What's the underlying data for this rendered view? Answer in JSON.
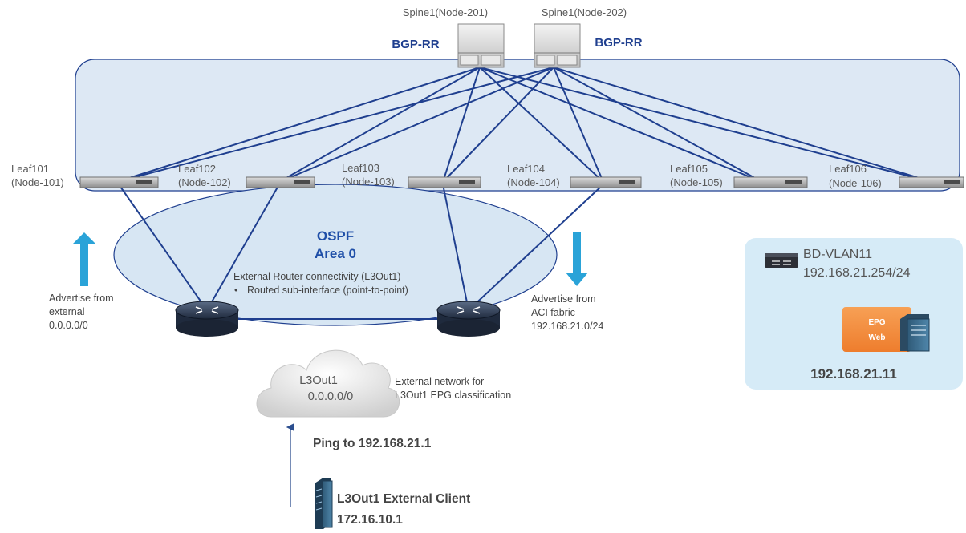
{
  "spines": [
    {
      "name": "Spine1(Node-201)",
      "role": "BGP-RR"
    },
    {
      "name": "Spine1(Node-202)",
      "role": "BGP-RR"
    }
  ],
  "leaves": [
    {
      "line1": "Leaf101",
      "line2": "(Node-101)"
    },
    {
      "line1": "Leaf102",
      "line2": "(Node-102)"
    },
    {
      "line1": "Leaf103",
      "line2": "(Node-103)"
    },
    {
      "line1": "Leaf104",
      "line2": "(Node-104)"
    },
    {
      "line1": "Leaf105",
      "line2": "(Node-105)"
    },
    {
      "line1": "Leaf106",
      "line2": "(Node-106)"
    }
  ],
  "ospf": {
    "line1": "OSPF",
    "line2": "Area 0",
    "desc_title": "External Router connectivity (L3Out1)",
    "desc_bullet": "Routed sub-interface (point-to-point)"
  },
  "advertise_external": {
    "line1": "Advertise from",
    "line2": "external",
    "line3": "0.0.0.0/0"
  },
  "advertise_aci": {
    "line1": "Advertise from",
    "line2": "ACI fabric",
    "line3": "192.168.21.0/24"
  },
  "cloud": {
    "line1": "L3Out1",
    "line2": "0.0.0.0/0"
  },
  "external_network": {
    "line1": "External network for",
    "line2": "L3Out1 EPG classification"
  },
  "ping": "Ping to 192.168.21.1",
  "client": {
    "name": "L3Out1 External Client",
    "ip": "172.16.10.1"
  },
  "bd": {
    "name": "BD-VLAN11",
    "gateway": "192.168.21.254/24"
  },
  "epg": {
    "line1": "EPG",
    "line2": "Web",
    "ip": "192.168.21.11"
  },
  "colors": {
    "fabric_fill": "#dde8f4",
    "link": "#1f3f8f",
    "arrow": "#2aa3d8",
    "epg_box": "#f28a3c",
    "bd_panel": "#d6ebf7"
  }
}
